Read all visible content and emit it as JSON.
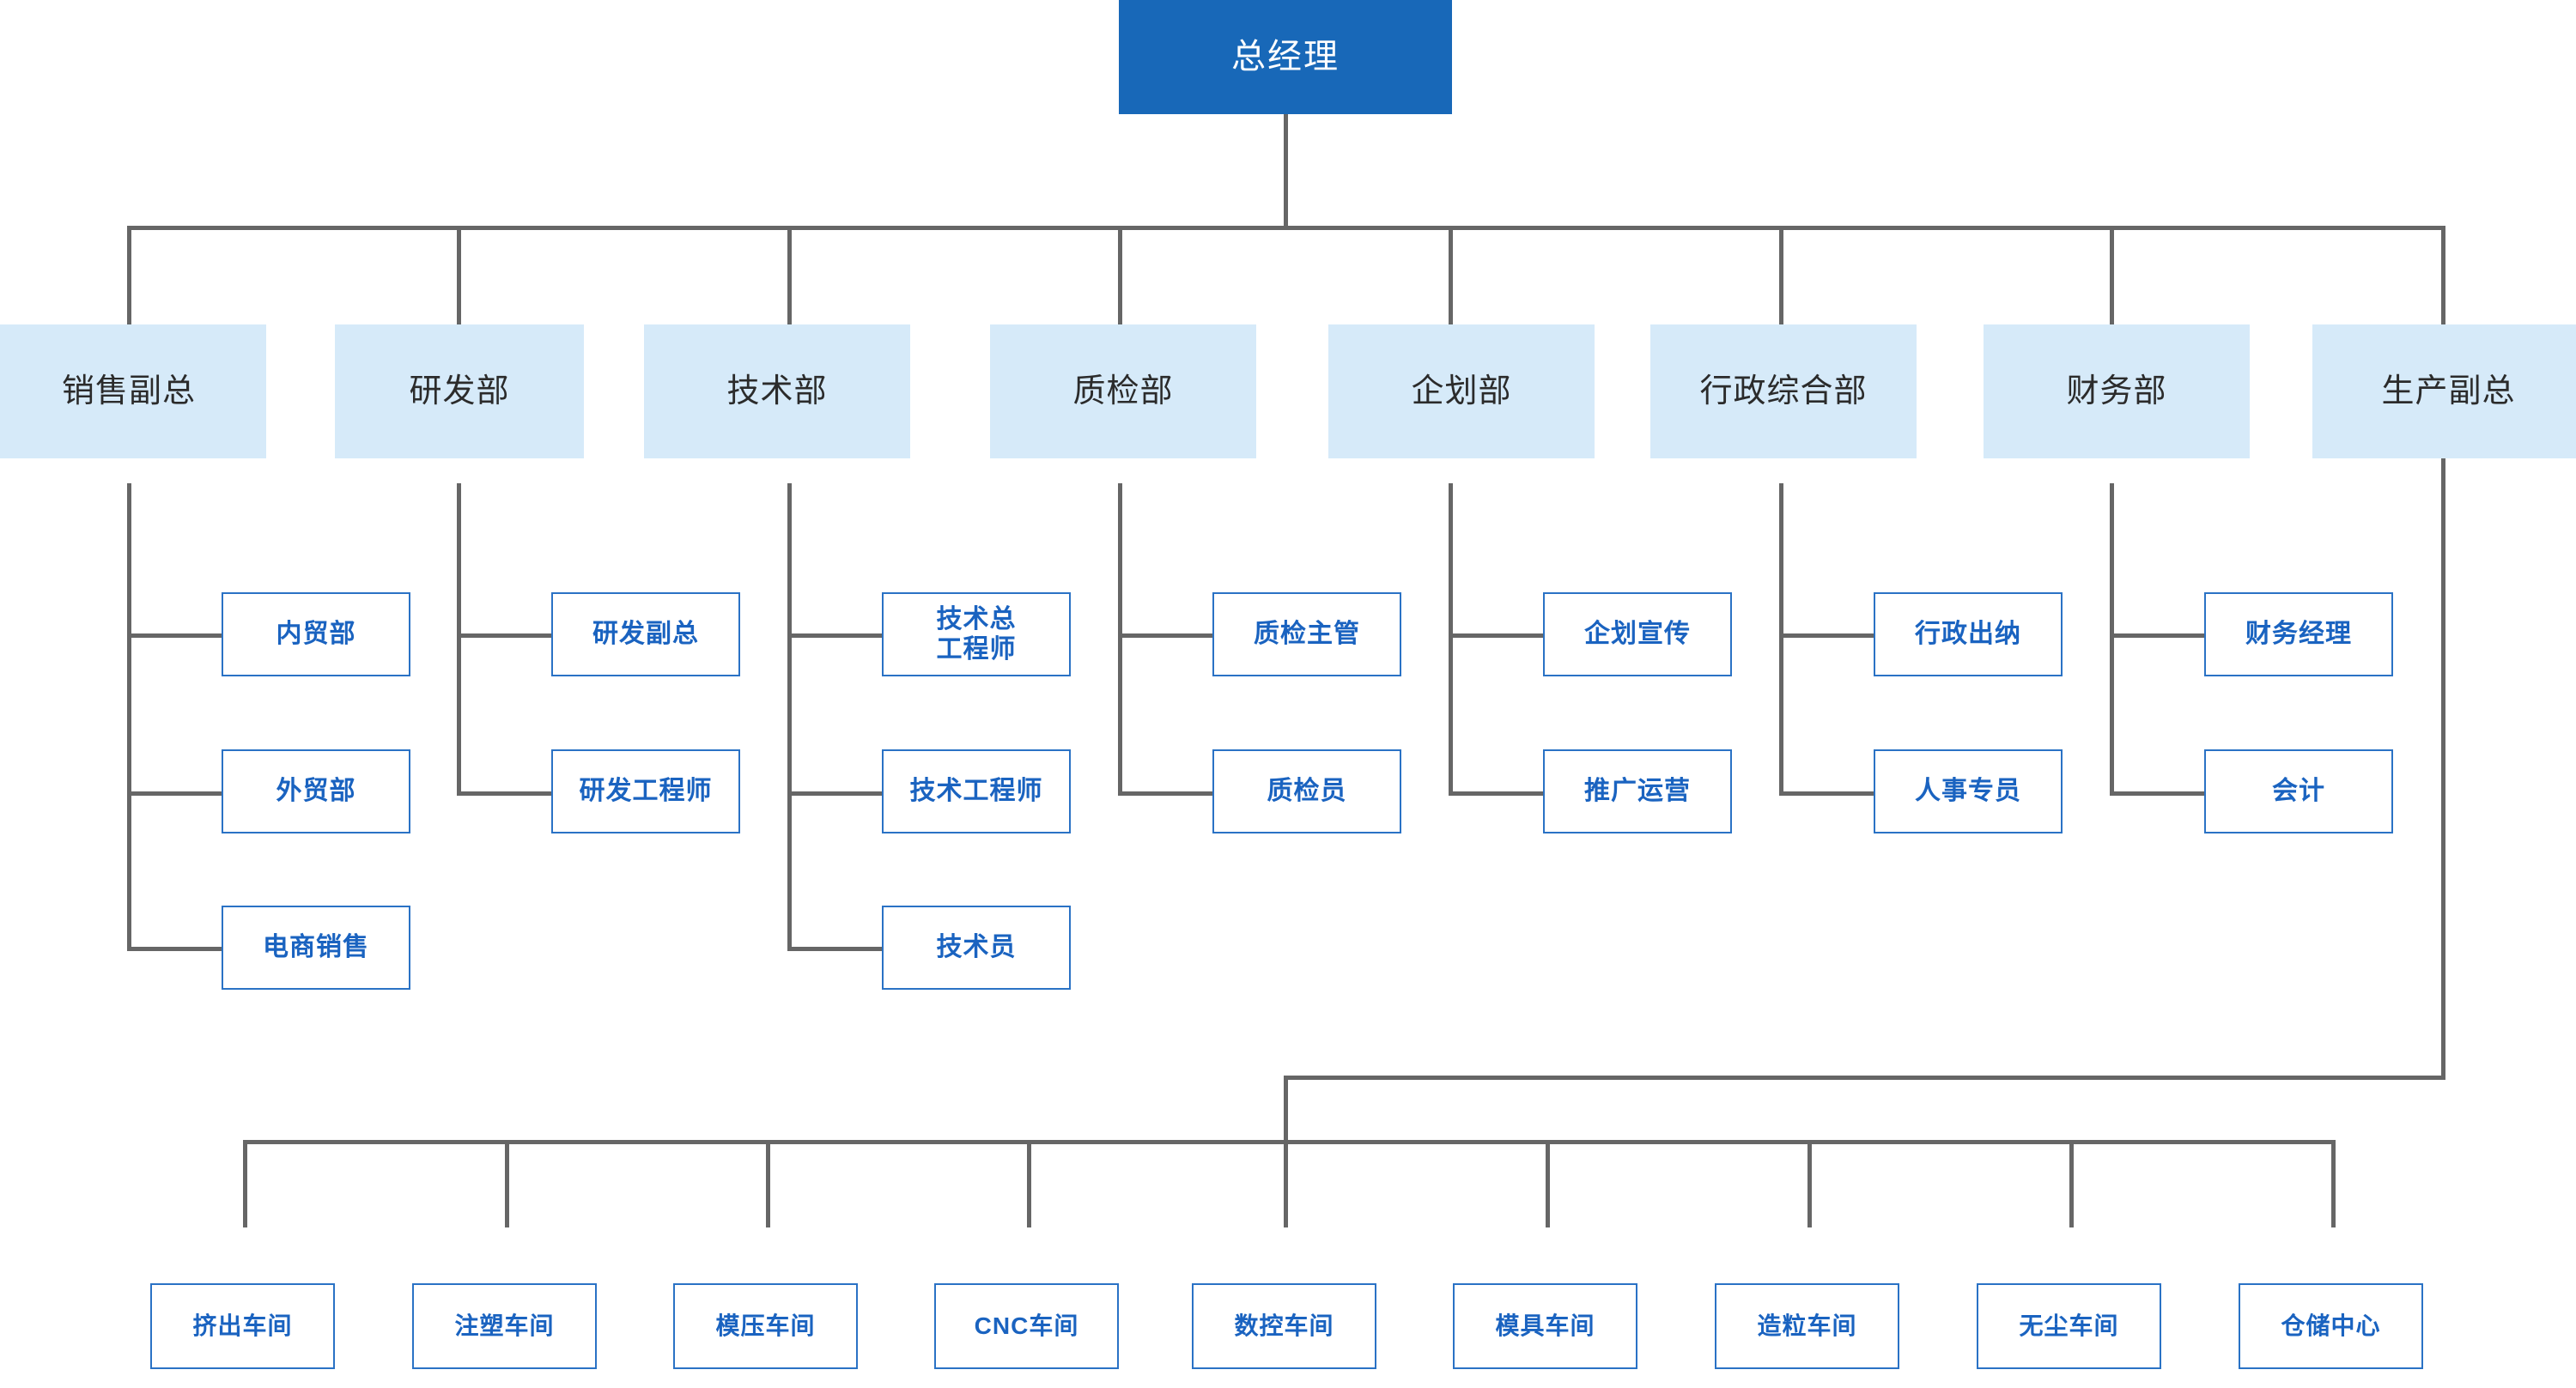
{
  "chart": {
    "title": "总经理",
    "accent_color": "#1868b8",
    "dept_fill_color": "#d6eaf9",
    "sub_border_color": "#2a72c5",
    "sub_text_color": "#1a63c0",
    "connector_color": "#666666"
  },
  "root": {
    "label": "总经理"
  },
  "departments": [
    {
      "label": "销售副总"
    },
    {
      "label": "研发部"
    },
    {
      "label": "技术部"
    },
    {
      "label": "质检部"
    },
    {
      "label": "企划部"
    },
    {
      "label": "行政综合部"
    },
    {
      "label": "财务部"
    },
    {
      "label": "生产副总"
    }
  ],
  "sales_children": [
    {
      "label": "内贸部"
    },
    {
      "label": "外贸部"
    },
    {
      "label": "电商销售"
    }
  ],
  "rd_children": [
    {
      "label": "研发副总"
    },
    {
      "label": "研发工程师"
    }
  ],
  "tech_children": [
    {
      "line1": "技术总",
      "line2": "工程师"
    },
    {
      "label": "技术工程师"
    },
    {
      "label": "技术员"
    }
  ],
  "qc_children": [
    {
      "label": "质检主管"
    },
    {
      "label": "质检员"
    }
  ],
  "planning_children": [
    {
      "label": "企划宣传"
    },
    {
      "label": "推广运营"
    }
  ],
  "admin_children": [
    {
      "label": "行政出纳"
    },
    {
      "label": "人事专员"
    }
  ],
  "finance_children": [
    {
      "label": "财务经理"
    },
    {
      "label": "会计"
    }
  ],
  "workshops": [
    {
      "label": "挤出车间"
    },
    {
      "label": "注塑车间"
    },
    {
      "label": "模压车间"
    },
    {
      "label": "CNC车间"
    },
    {
      "label": "数控车间"
    },
    {
      "label": "模具车间"
    },
    {
      "label": "造粒车间"
    },
    {
      "label": "无尘车间"
    },
    {
      "label": "仓储中心"
    }
  ]
}
